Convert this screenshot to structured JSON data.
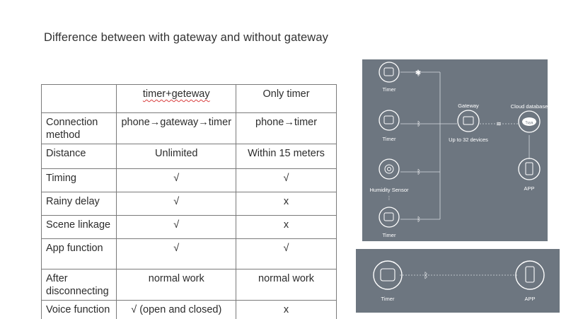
{
  "title": "Difference between with gateway and without gateway",
  "table": {
    "headers": [
      "",
      "timer+geteway",
      "Only timer"
    ],
    "rows": [
      {
        "feature": "Connection method",
        "with_gateway": "phone→gateway→timer",
        "only_timer": "phone→timer"
      },
      {
        "feature": "Distance",
        "with_gateway": "Unlimited",
        "only_timer": "Within 15 meters"
      },
      {
        "feature": "Timing",
        "with_gateway": "√",
        "only_timer": "√"
      },
      {
        "feature": "Rainy delay",
        "with_gateway": "√",
        "only_timer": "x"
      },
      {
        "feature": "Scene linkage",
        "with_gateway": "√",
        "only_timer": "x"
      },
      {
        "feature": "App function",
        "with_gateway": "√",
        "only_timer": "√"
      },
      {
        "feature": "After disconnecting",
        "with_gateway": "normal work",
        "only_timer": "normal work"
      },
      {
        "feature": "Voice function",
        "with_gateway": "√ (open and closed)",
        "only_timer": "x"
      }
    ]
  },
  "diagram_gateway": {
    "timer_label": "Timer",
    "humidity_label": "Humidity Sensor",
    "gateway_label": "Gateway",
    "gateway_sub": "Up to 32 devices",
    "cloud_label": "Cloud database",
    "cloud_badge": "Tuya",
    "app_label": "APP"
  },
  "diagram_direct": {
    "timer_label": "Timer",
    "app_label": "APP"
  },
  "colors": {
    "diagram_bg": "#6d7680",
    "line": "#d8dde2",
    "icon": "#ffffff"
  }
}
